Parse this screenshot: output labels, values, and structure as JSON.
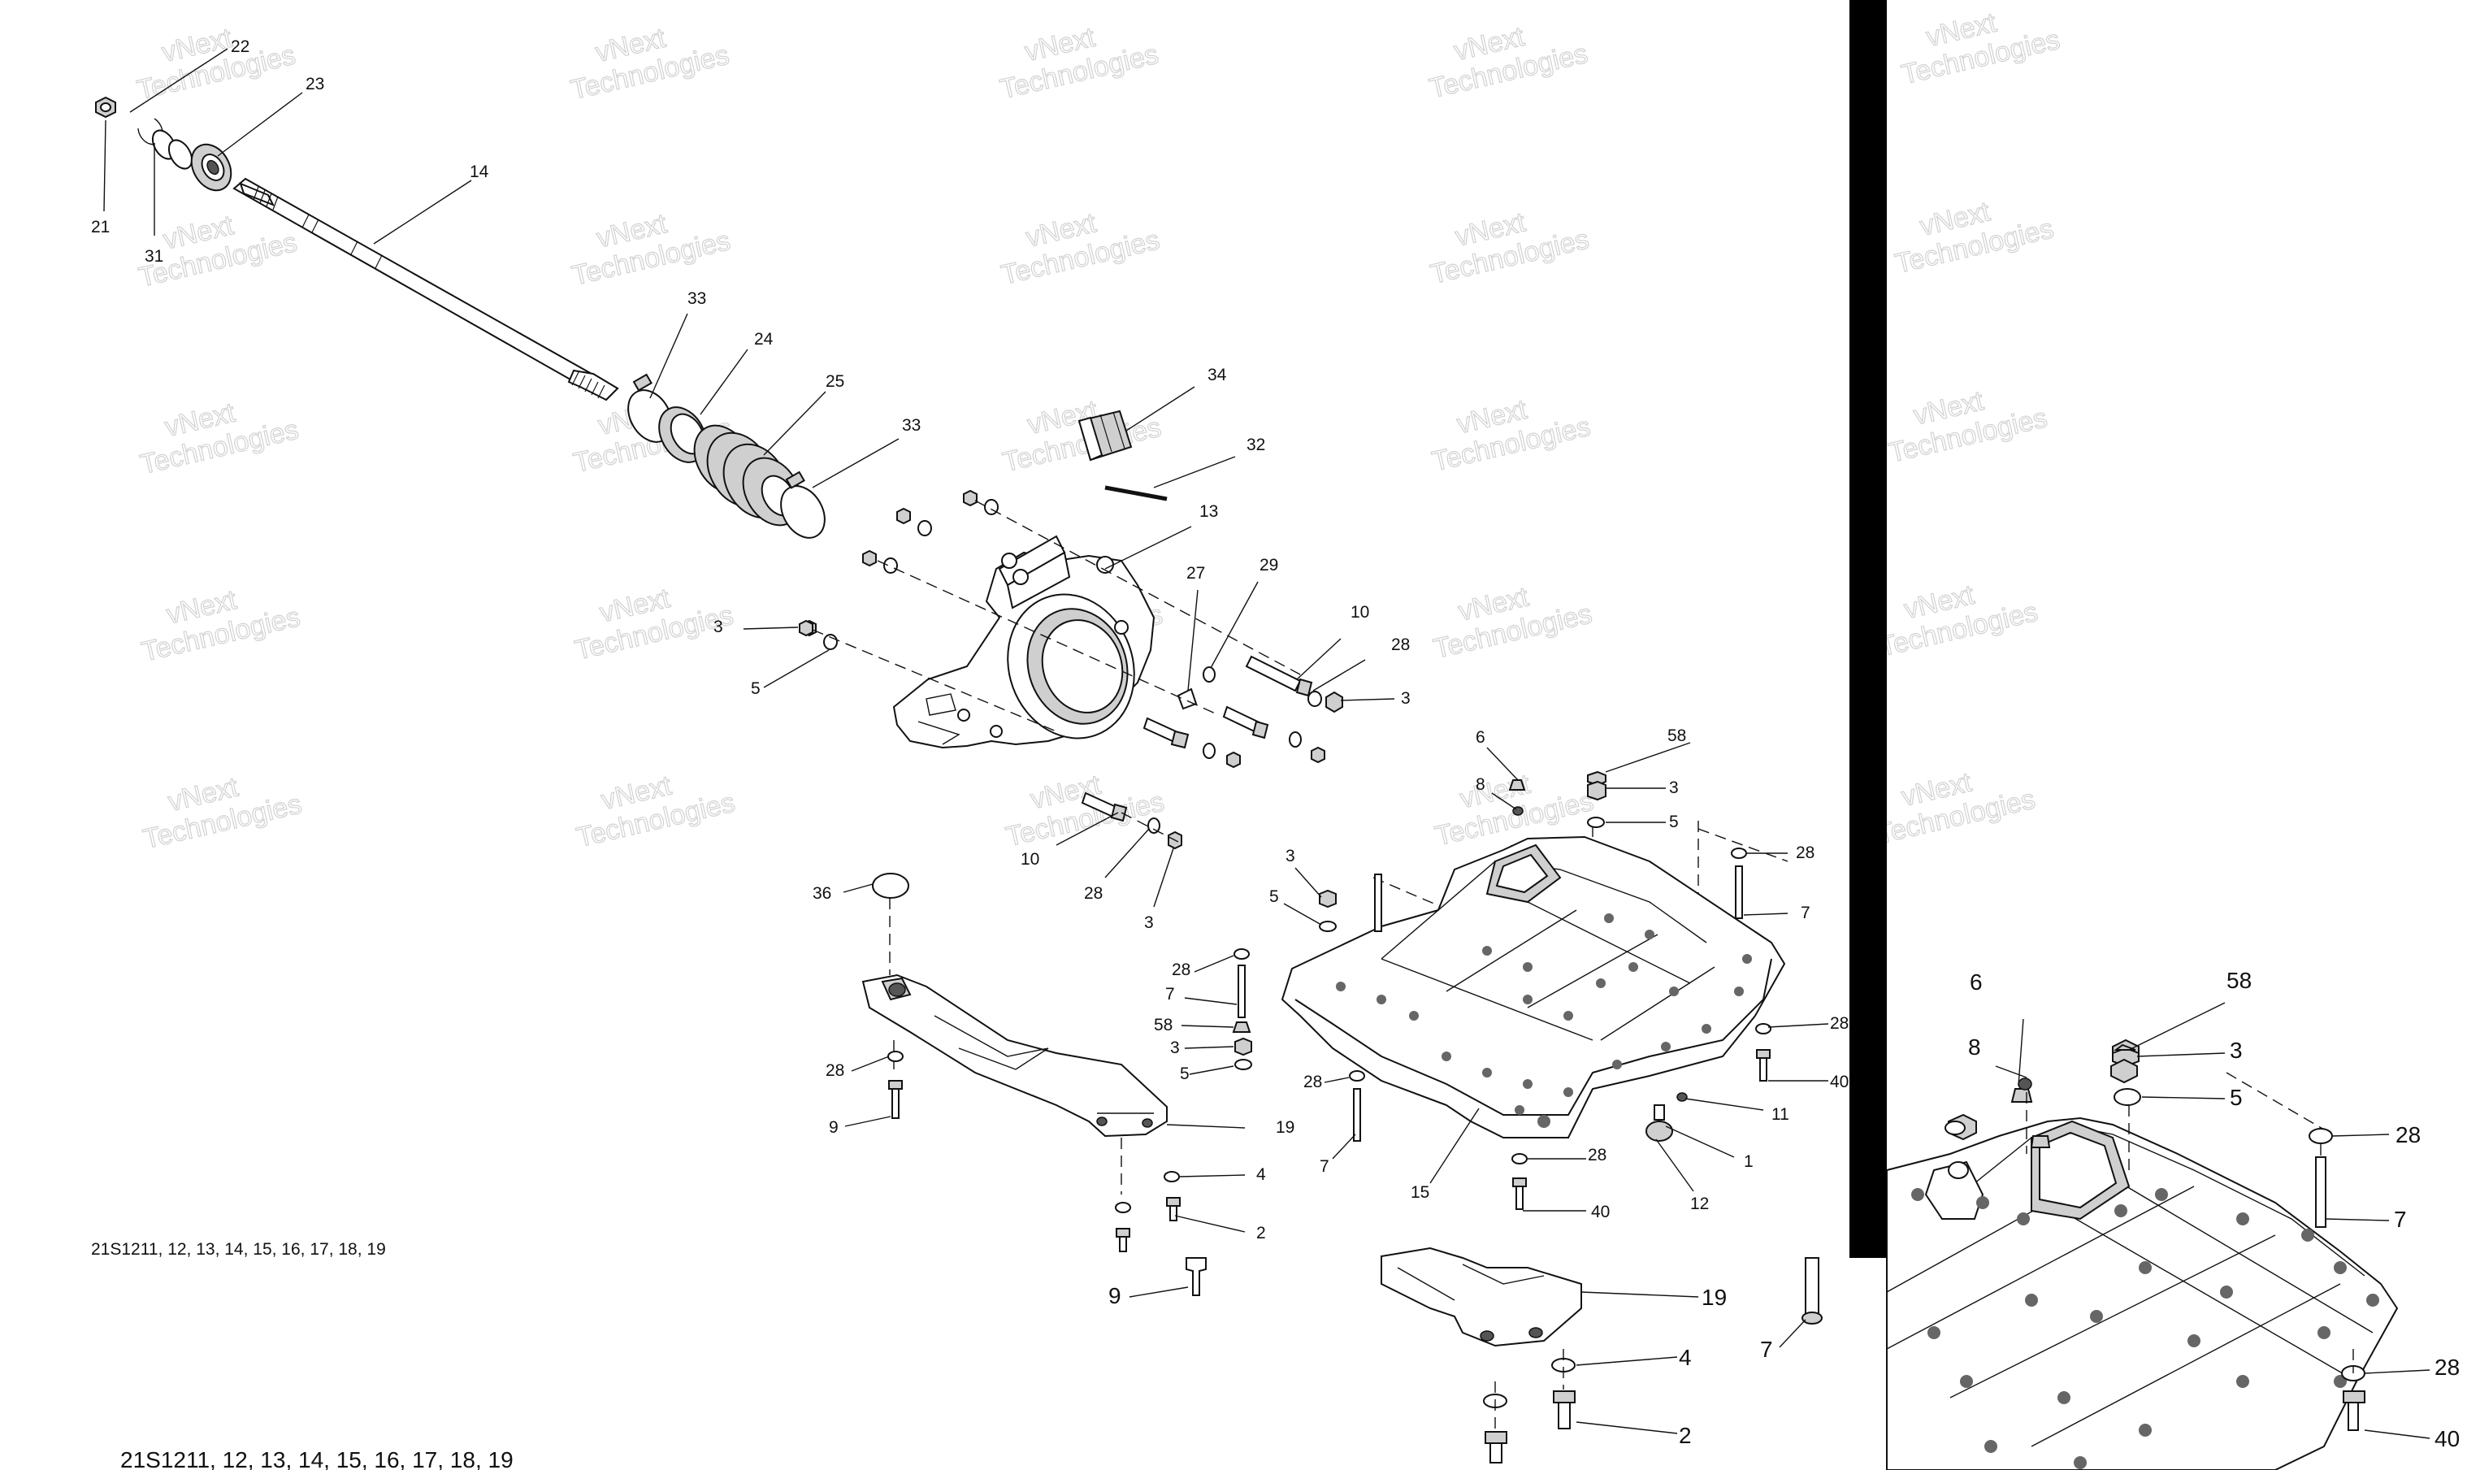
{
  "diagram": {
    "watermark": {
      "line1": "vNext",
      "line2": "Technologies"
    },
    "reference_code_small": "21S1211, 12, 13, 14, 15, 16, 17, 18, 19",
    "reference_code_large": "21S1211, 12, 13, 14, 15, 16, 17, 18, 19",
    "callouts": {
      "c21": "21",
      "c22": "22",
      "c23": "23",
      "c31": "31",
      "c14": "14",
      "c33a": "33",
      "c24": "24",
      "c25": "25",
      "c33b": "33",
      "c34": "34",
      "c32": "32",
      "c13": "13",
      "c27": "27",
      "c29": "29",
      "c10a": "10",
      "c28a": "28",
      "c3a": "3",
      "c3b": "3",
      "c5a": "5",
      "c10b": "10",
      "c28b": "28",
      "c3c": "3",
      "c6": "6",
      "c8": "8",
      "c58": "58",
      "c3d": "3",
      "c5b": "5",
      "c28c": "28",
      "c7a": "7",
      "c3e": "3",
      "c5c": "5",
      "c36": "36",
      "c28d": "28",
      "c7b": "7",
      "c58b": "58",
      "c3f": "3",
      "c5d": "5",
      "c28e": "28",
      "c7c": "7",
      "c28f": "28",
      "c9": "9",
      "c19": "19",
      "c4": "4",
      "c2": "2",
      "c28g": "28",
      "c40a": "40",
      "c11": "11",
      "c1": "1",
      "c12": "12",
      "c15": "15",
      "c28h": "28",
      "c40b": "40"
    },
    "zoom_callouts": {
      "z9": "9",
      "z19": "19",
      "z4": "4",
      "z2": "2",
      "z7a": "7",
      "z6": "6",
      "z8": "8",
      "z58": "58",
      "z3": "3",
      "z5": "5",
      "z28a": "28",
      "z7b": "7",
      "z28b": "28",
      "z40": "40"
    }
  }
}
